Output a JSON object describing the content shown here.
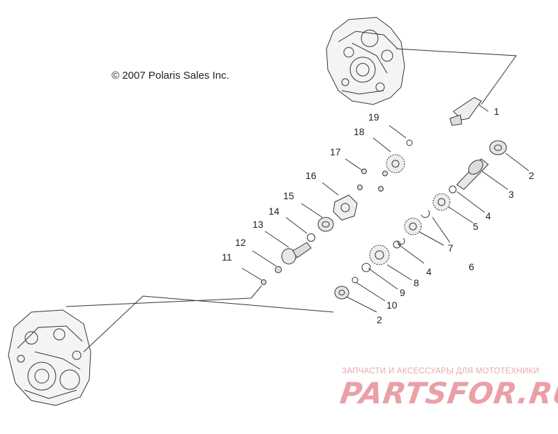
{
  "copyright": "© 2007 Polaris Sales Inc.",
  "callouts": [
    {
      "id": "c1",
      "text": "1"
    },
    {
      "id": "c2a",
      "text": "2"
    },
    {
      "id": "c3",
      "text": "3"
    },
    {
      "id": "c4a",
      "text": "4"
    },
    {
      "id": "c5",
      "text": "5"
    },
    {
      "id": "c7",
      "text": "7"
    },
    {
      "id": "c6",
      "text": "6"
    },
    {
      "id": "c4b",
      "text": "4"
    },
    {
      "id": "c8",
      "text": "8"
    },
    {
      "id": "c9",
      "text": "9"
    },
    {
      "id": "c10",
      "text": "10"
    },
    {
      "id": "c2b",
      "text": "2"
    },
    {
      "id": "c11",
      "text": "11"
    },
    {
      "id": "c12",
      "text": "12"
    },
    {
      "id": "c13",
      "text": "13"
    },
    {
      "id": "c14",
      "text": "14"
    },
    {
      "id": "c15",
      "text": "15"
    },
    {
      "id": "c16",
      "text": "16"
    },
    {
      "id": "c17",
      "text": "17"
    },
    {
      "id": "c18",
      "text": "18"
    },
    {
      "id": "c19",
      "text": "19"
    }
  ],
  "watermark": {
    "subtitle": "ЗАПЧАСТИ И АКСЕССУАРЫ ДЛЯ МОТОТЕХНИКИ",
    "logo": "PARTSFOR.RU",
    "color": "#e9a0a6"
  }
}
